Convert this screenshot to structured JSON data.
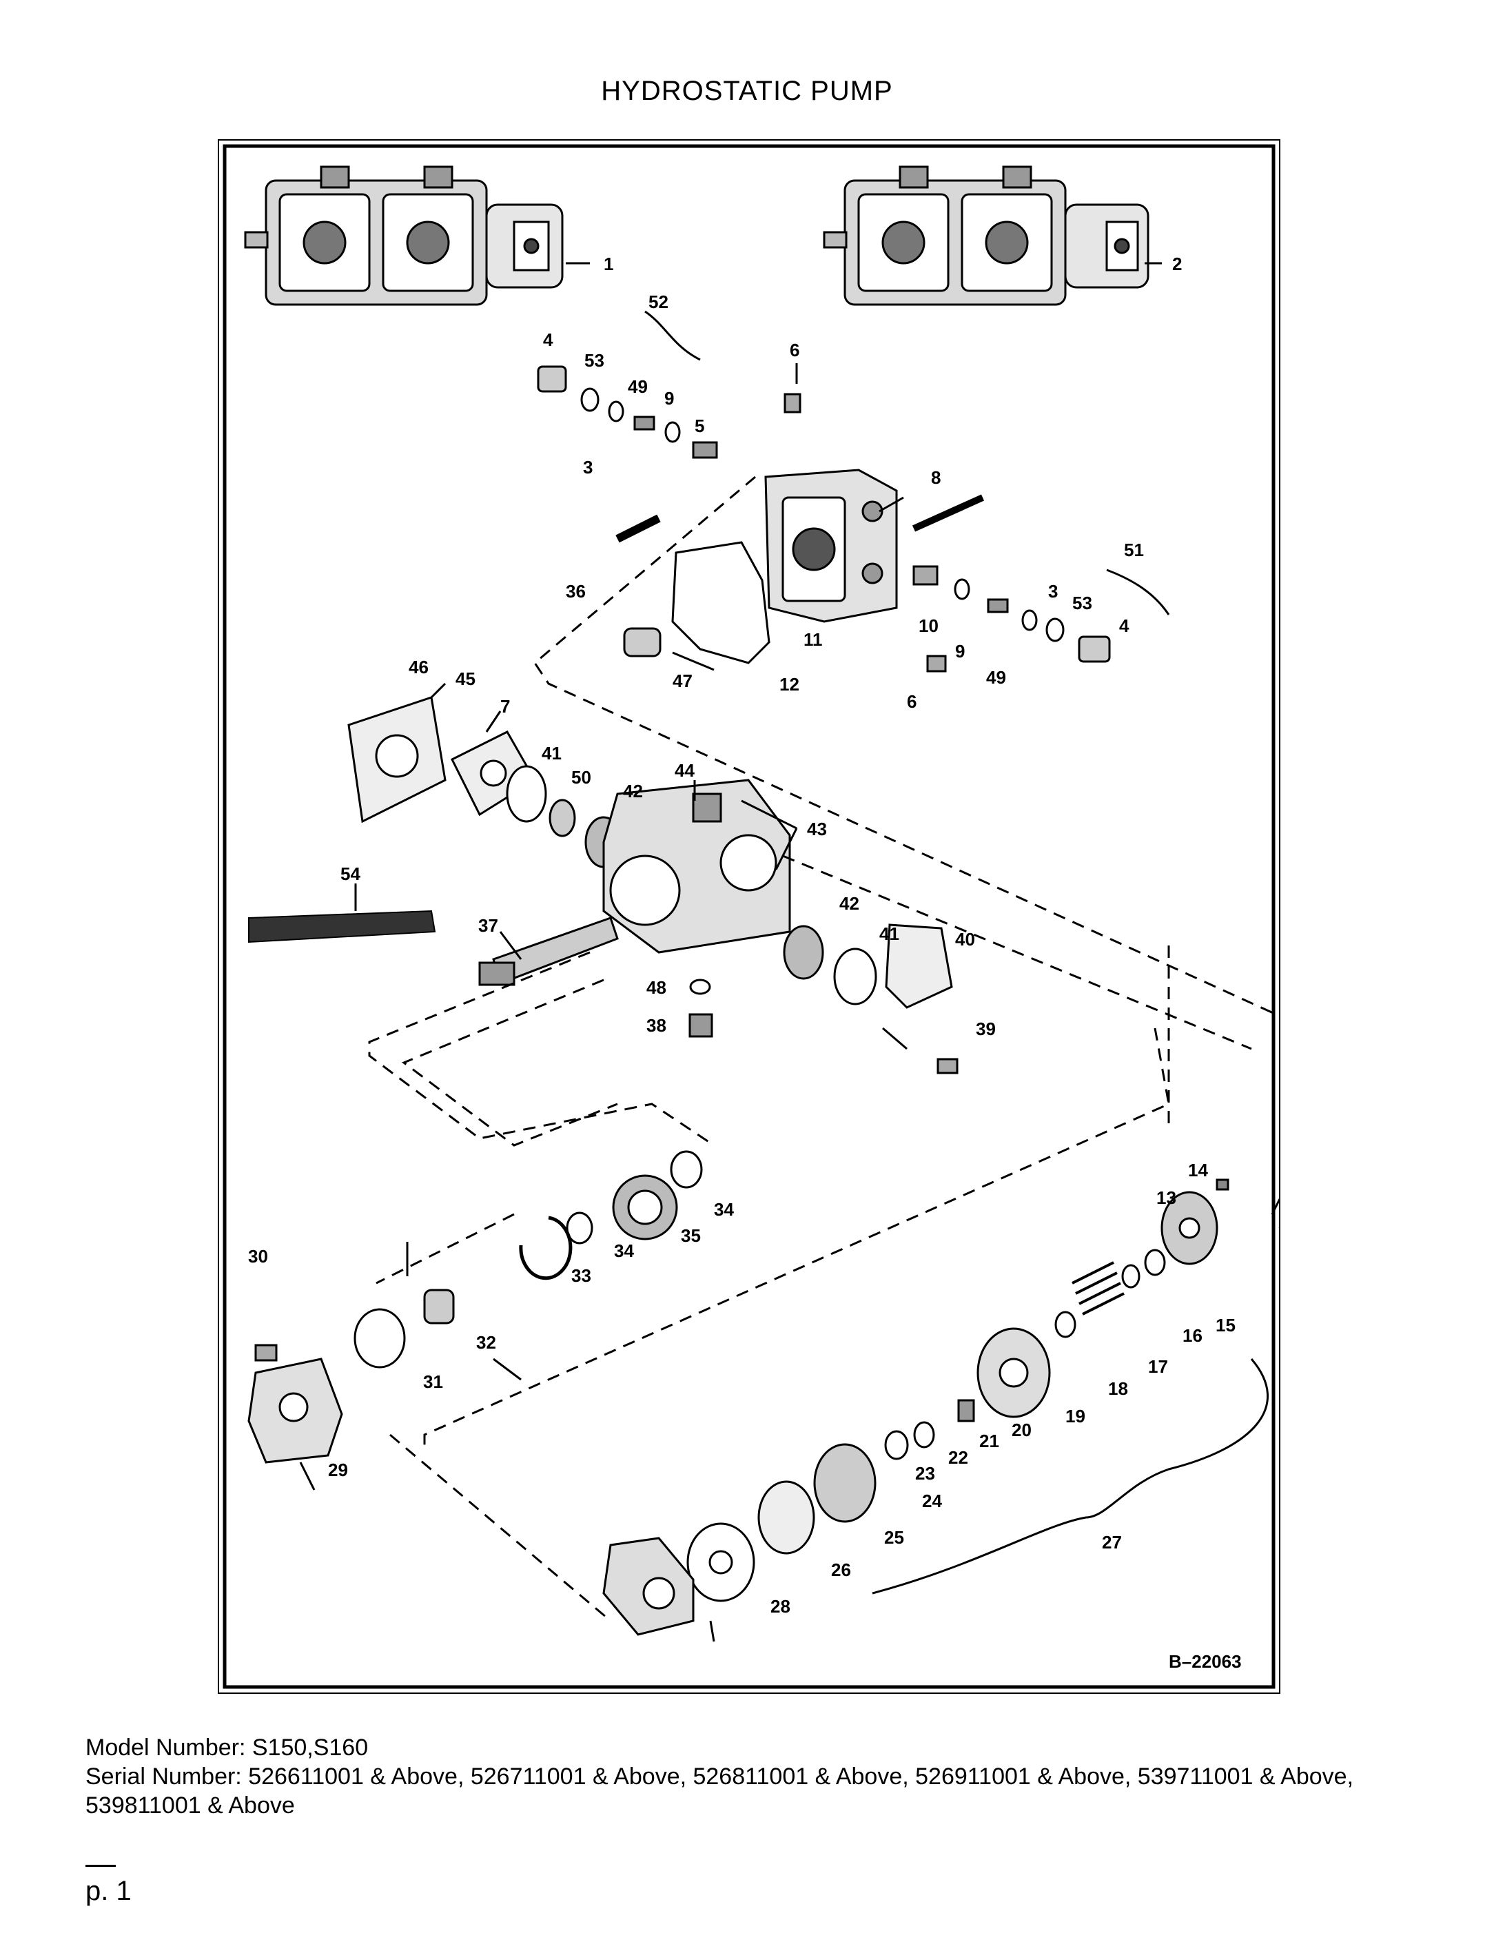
{
  "title": "HYDROSTATIC PUMP",
  "figure": {
    "reference": "B–22063",
    "callouts": [
      {
        "id": "c1",
        "label": "1"
      },
      {
        "id": "c2",
        "label": "2"
      },
      {
        "id": "c52",
        "label": "52"
      },
      {
        "id": "c4a",
        "label": "4"
      },
      {
        "id": "c53a",
        "label": "53"
      },
      {
        "id": "c49a",
        "label": "49"
      },
      {
        "id": "c9a",
        "label": "9"
      },
      {
        "id": "c5",
        "label": "5"
      },
      {
        "id": "c3a",
        "label": "3"
      },
      {
        "id": "c6a",
        "label": "6"
      },
      {
        "id": "c8",
        "label": "8"
      },
      {
        "id": "c51",
        "label": "51"
      },
      {
        "id": "c3b",
        "label": "3"
      },
      {
        "id": "c53b",
        "label": "53"
      },
      {
        "id": "c4b",
        "label": "4"
      },
      {
        "id": "c10",
        "label": "10"
      },
      {
        "id": "c9b",
        "label": "9"
      },
      {
        "id": "c49b",
        "label": "49"
      },
      {
        "id": "c11",
        "label": "11"
      },
      {
        "id": "c36",
        "label": "36"
      },
      {
        "id": "c47",
        "label": "47"
      },
      {
        "id": "c12",
        "label": "12"
      },
      {
        "id": "c6b",
        "label": "6"
      },
      {
        "id": "c46",
        "label": "46"
      },
      {
        "id": "c45",
        "label": "45"
      },
      {
        "id": "c7",
        "label": "7"
      },
      {
        "id": "c41a",
        "label": "41"
      },
      {
        "id": "c50",
        "label": "50"
      },
      {
        "id": "c42a",
        "label": "42"
      },
      {
        "id": "c44",
        "label": "44"
      },
      {
        "id": "c43",
        "label": "43"
      },
      {
        "id": "c54",
        "label": "54"
      },
      {
        "id": "c37",
        "label": "37"
      },
      {
        "id": "c42b",
        "label": "42"
      },
      {
        "id": "c41b",
        "label": "41"
      },
      {
        "id": "c40",
        "label": "40"
      },
      {
        "id": "c48",
        "label": "48"
      },
      {
        "id": "c38",
        "label": "38"
      },
      {
        "id": "c39",
        "label": "39"
      },
      {
        "id": "c34a",
        "label": "34"
      },
      {
        "id": "c35",
        "label": "35"
      },
      {
        "id": "c34b",
        "label": "34"
      },
      {
        "id": "c33",
        "label": "33"
      },
      {
        "id": "c30",
        "label": "30"
      },
      {
        "id": "c32",
        "label": "32"
      },
      {
        "id": "c31",
        "label": "31"
      },
      {
        "id": "c29",
        "label": "29"
      },
      {
        "id": "c14",
        "label": "14"
      },
      {
        "id": "c13",
        "label": "13"
      },
      {
        "id": "c15",
        "label": "15"
      },
      {
        "id": "c16",
        "label": "16"
      },
      {
        "id": "c17",
        "label": "17"
      },
      {
        "id": "c18",
        "label": "18"
      },
      {
        "id": "c19",
        "label": "19"
      },
      {
        "id": "c20",
        "label": "20"
      },
      {
        "id": "c21",
        "label": "21"
      },
      {
        "id": "c22",
        "label": "22"
      },
      {
        "id": "c23",
        "label": "23"
      },
      {
        "id": "c24",
        "label": "24"
      },
      {
        "id": "c25",
        "label": "25"
      },
      {
        "id": "c26",
        "label": "26"
      },
      {
        "id": "c27",
        "label": "27"
      },
      {
        "id": "c28",
        "label": "28"
      }
    ]
  },
  "info": {
    "model_line": "Model Number: S150,S160",
    "serial_line": "Serial Number: 526611001 & Above, 526711001 & Above, 526811001 & Above, 526911001 & Above, 539711001 & Above, 539811001 & Above"
  },
  "footer": {
    "page_number": "p. 1"
  }
}
